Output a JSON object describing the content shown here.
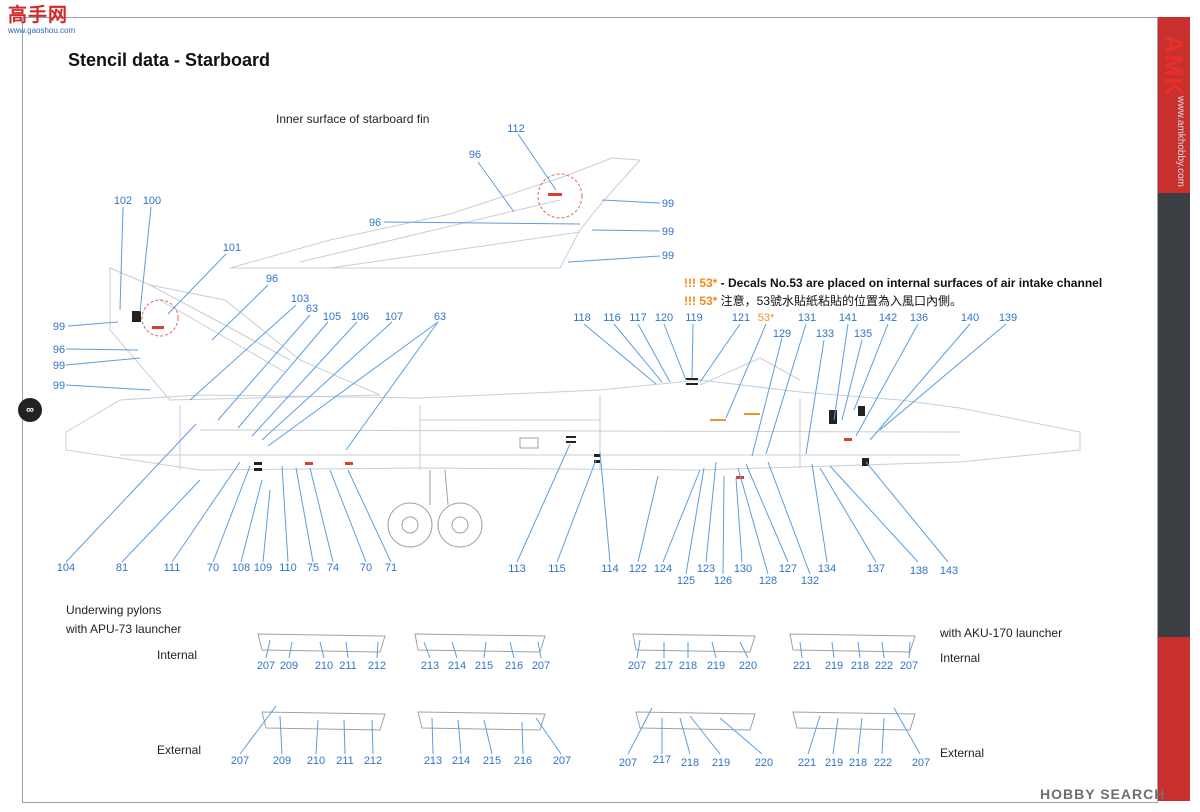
{
  "site_logo": {
    "glyphs": "高手网",
    "url": "www.gaoshou.com"
  },
  "brand": {
    "logo": "AMK",
    "url": "www.amkhobby.com",
    "accent_color": "#c8302d"
  },
  "page_mark": "∞",
  "title": "Stencil data - Starboard",
  "fin_subtitle": "Inner surface of starboard fin",
  "notes": {
    "warn_prefix": "!!! 53*",
    "en": " - Decals No.53 are placed on internal surfaces of air intake channel",
    "zh": " 注意，53號水貼紙粘貼的位置為入風口內側。"
  },
  "sections": {
    "pylons_title_1": "Underwing pylons",
    "pylons_title_2": "with APU-73 launcher",
    "aku_title": "with AKU-170 launcher",
    "internal_left": "Internal",
    "external_left": "External",
    "internal_right": "Internal",
    "external_right": "External"
  },
  "watermark": "HOBBY SEARCH",
  "colors": {
    "callout": "#2e75c8",
    "leader": "#5a9fe0",
    "warning": "#f08a1a",
    "decal_red": "#d8412f"
  },
  "callouts": {
    "fin": [
      "112",
      "96",
      "99",
      "96",
      "99",
      "99"
    ],
    "tail": [
      "102",
      "100",
      "101",
      "96",
      "103",
      "63",
      "105",
      "106",
      "107",
      "63",
      "99",
      "96",
      "99",
      "99"
    ],
    "fuselage_top": [
      "118",
      "116",
      "117",
      "120",
      "119",
      "121",
      "53*",
      "129",
      "131",
      "133",
      "141",
      "135",
      "142",
      "136",
      "140",
      "139"
    ],
    "fuselage_bottom": [
      "104",
      "81",
      "111",
      "70",
      "108",
      "109",
      "110",
      "75",
      "74",
      "70",
      "71",
      "113",
      "115",
      "114",
      "122",
      "124",
      "125",
      "123",
      "126",
      "130",
      "128",
      "127",
      "132",
      "134",
      "137",
      "138",
      "143"
    ],
    "pylon_internal": [
      [
        "207",
        "209",
        "210",
        "211",
        "212"
      ],
      [
        "213",
        "214",
        "215",
        "216",
        "207"
      ],
      [
        "207",
        "217",
        "218",
        "219",
        "220"
      ],
      [
        "221",
        "219",
        "218",
        "222",
        "207"
      ]
    ],
    "pylon_external": [
      [
        "207",
        "209",
        "210",
        "211",
        "212"
      ],
      [
        "213",
        "214",
        "215",
        "216",
        "207"
      ],
      [
        "207",
        "217",
        "218",
        "219",
        "220"
      ],
      [
        "221",
        "219",
        "218",
        "222",
        "207"
      ]
    ]
  }
}
